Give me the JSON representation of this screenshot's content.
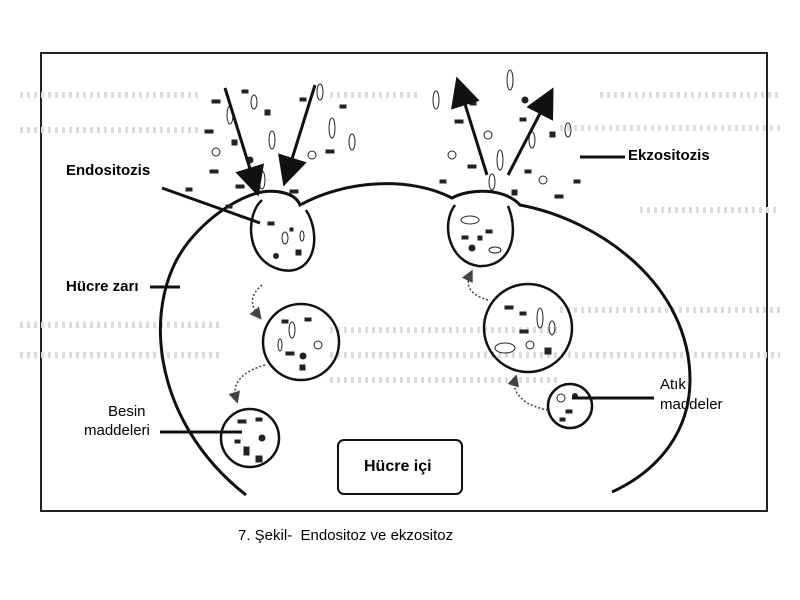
{
  "labels": {
    "endocytosis": "Endositozis",
    "exocytosis": "Ekzositozis",
    "membrane": "Hücre zarı",
    "nutrients_line1": "Besin",
    "nutrients_line2": "maddeleri",
    "waste_line1": "Atık",
    "waste_line2": "maddeler",
    "cell_interior": "Hücre içi"
  },
  "caption": "7. Şekil-  Endositoz ve ekzositoz",
  "colors": {
    "ink": "#111111",
    "ghost_text": "#d6d6d6",
    "arrow_dotted": "#444444"
  }
}
